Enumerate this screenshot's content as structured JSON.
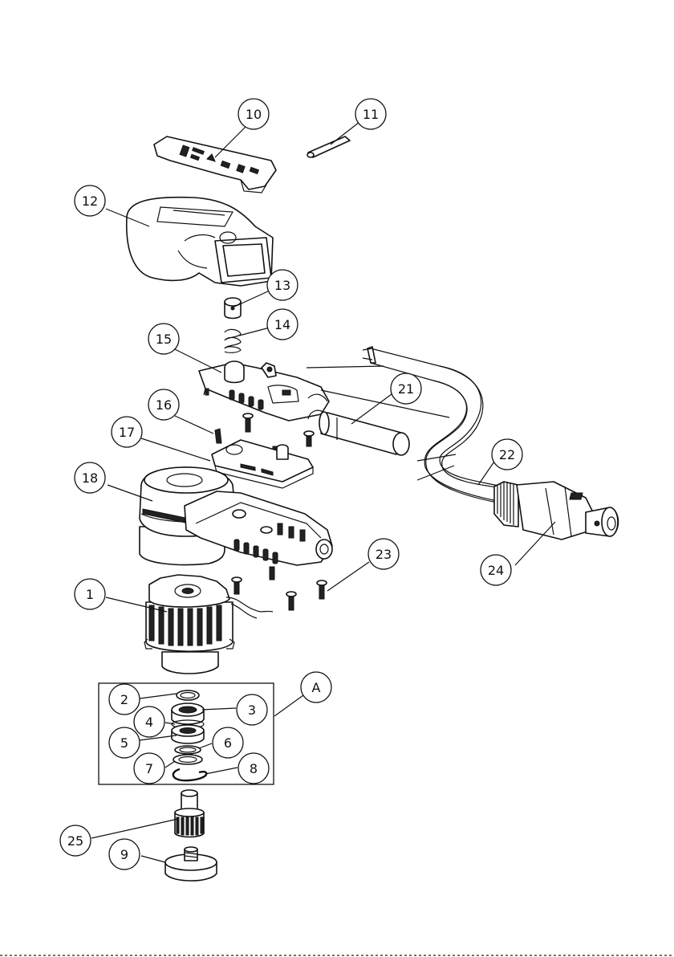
{
  "callouts": {
    "c1": "1",
    "c2": "2",
    "c3": "3",
    "c4": "4",
    "c5": "5",
    "c6": "6",
    "c7": "7",
    "c8": "8",
    "c9": "9",
    "c10": "10",
    "c11": "11",
    "c12": "12",
    "c13": "13",
    "c14": "14",
    "c15": "15",
    "c16": "16",
    "c17": "17",
    "c18": "18",
    "c21": "21",
    "c22": "22",
    "c23": "23",
    "c24": "24",
    "c25": "25",
    "cA": "A"
  }
}
